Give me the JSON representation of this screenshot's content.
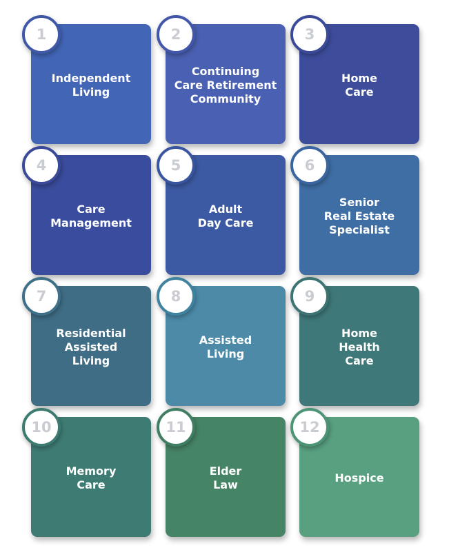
{
  "cards": [
    {
      "number": "1",
      "label": "Independent\nLiving",
      "color": "#4265b6",
      "ring": "#3f59a8"
    },
    {
      "number": "2",
      "label": "Continuing\nCare Retirement\nCommunity",
      "color": "#4a60b2",
      "ring": "#4257aa"
    },
    {
      "number": "3",
      "label": "Home\nCare",
      "color": "#3d4d9c",
      "ring": "#3a4a98"
    },
    {
      "number": "4",
      "label": "Care\nManagement",
      "color": "#3a4c9d",
      "ring": "#3a4a98"
    },
    {
      "number": "5",
      "label": "Adult\nDay Care",
      "color": "#3c5aa3",
      "ring": "#3a55a0"
    },
    {
      "number": "6",
      "label": "Senior\nReal Estate\nSpecialist",
      "color": "#3f6ea5",
      "ring": "#3b65a0"
    },
    {
      "number": "7",
      "label": "Residential\nAssisted\nLiving",
      "color": "#3f6d85",
      "ring": "#3f7089"
    },
    {
      "number": "8",
      "label": "Assisted\nLiving",
      "color": "#4c8aa8",
      "ring": "#3f83a0"
    },
    {
      "number": "9",
      "label": "Home\nHealth\nCare",
      "color": "#3f7878",
      "ring": "#3c7474"
    },
    {
      "number": "10",
      "label": "Memory\nCare",
      "color": "#3e7c73",
      "ring": "#3d7a70"
    },
    {
      "number": "11",
      "label": "Elder\nLaw",
      "color": "#468466",
      "ring": "#3f7e62"
    },
    {
      "number": "12",
      "label": "Hospice",
      "color": "#58a07f",
      "ring": "#4d9477"
    }
  ]
}
